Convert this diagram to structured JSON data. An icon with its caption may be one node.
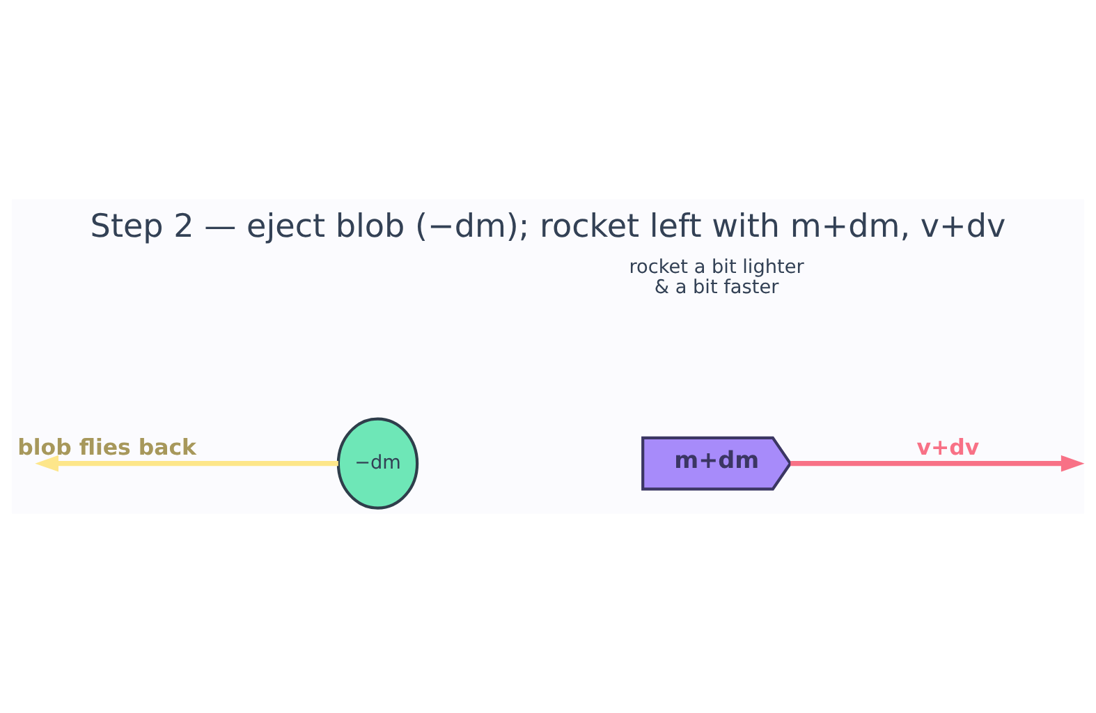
{
  "diagram": {
    "title": "Step 2 — eject blob (−dm); rocket left with m+dm, v+dv",
    "nodes": [
      {
        "text": [
          "−dm"
        ]
      },
      {
        "text": [
          "m+dm"
        ]
      }
    ],
    "edges": [
      {
        "from": 0,
        "to": null,
        "arrow": "to",
        "label": "blob flies back",
        "color": "#fde68a"
      },
      {
        "from": 1,
        "to": null,
        "arrow": "to",
        "label": "v+dv",
        "color": "#f87186"
      }
    ],
    "labels": [
      "rocket a bit lighter & a bit faster"
    ]
  }
}
